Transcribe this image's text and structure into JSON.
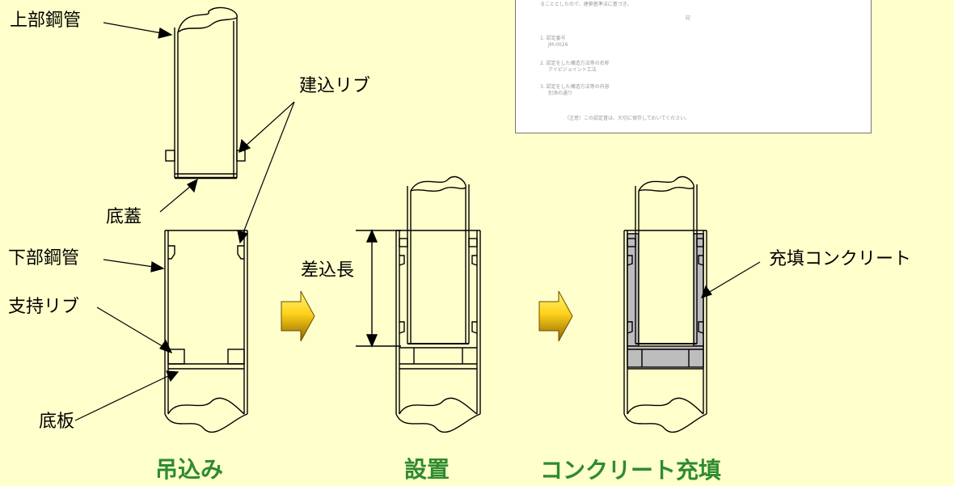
{
  "labels": {
    "upper_pipe": "上部鋼管",
    "built_in_rib": "建込リブ",
    "bottom_lid": "底蓋",
    "lower_pipe": "下部鋼管",
    "support_rib": "支持リブ",
    "bottom_plate": "底板",
    "insertion_length": "差込長",
    "filling_concrete": "充填コンクリート"
  },
  "captions": {
    "lifting": "吊込み",
    "setting": "設置",
    "concrete_filling": "コンクリート充填"
  },
  "colors": {
    "background": "#ffffcc",
    "caption": "#2e8b2e",
    "concrete_fill": "#bdbdbd",
    "arrow_light": "#ffd21a",
    "arrow_dark": "#8a6400"
  },
  "document": {
    "line1": "ることとしたので、建築基準法に基づき、",
    "mark": "記",
    "item1": "1. 認定番号",
    "item1_value": "JM-0026",
    "item2": "2. 認定をした構造方法等の名称",
    "item2_value": "アイピジョイント工法",
    "item3": "3. 認定をした構造方法等の内容",
    "item3_value": "別添の通り",
    "note": "（注意）この認定書は、大切に保存しておいてください。"
  }
}
